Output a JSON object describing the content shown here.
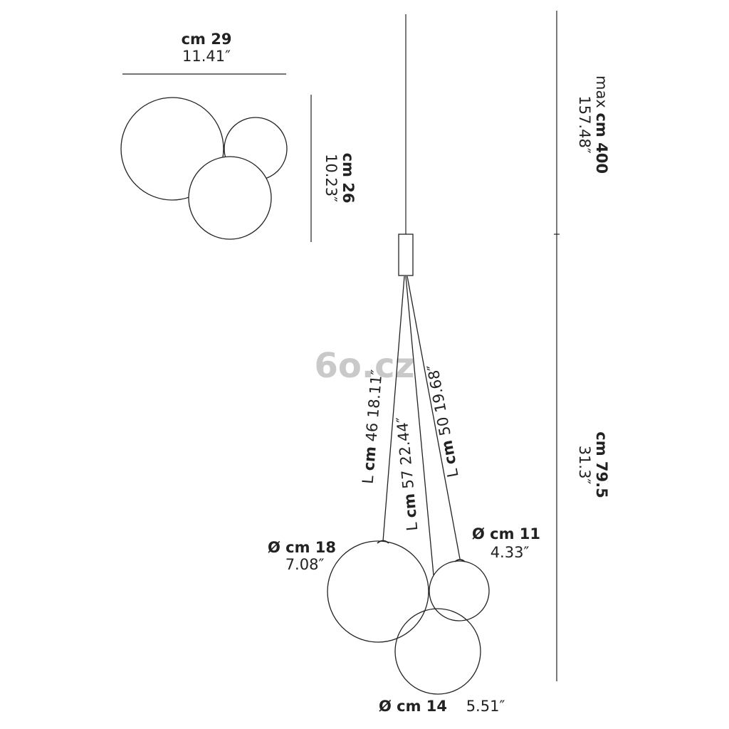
{
  "top_view": {
    "width_cm": "cm 29",
    "width_in": "11.41″",
    "depth_cm": "cm 26",
    "depth_in": "10.23″"
  },
  "overall_height": {
    "prefix": "max",
    "cm": "cm 400",
    "in": "157.48″"
  },
  "drop_height": {
    "cm": "cm 79.5",
    "in": "31.3″"
  },
  "cables": [
    {
      "prefix": "L",
      "cm": "cm",
      "value": "46 18.11″"
    },
    {
      "prefix": "L",
      "cm": "cm",
      "value": "57 22.44″"
    },
    {
      "prefix": "L",
      "cm": "cm",
      "value": "50 19.68″"
    }
  ],
  "spheres": {
    "large": {
      "cm": "Ø cm 18",
      "in": "7.08″"
    },
    "small": {
      "cm": "Ø cm 11",
      "in": "4.33″"
    },
    "medium": {
      "cm": "Ø cm 14",
      "in": "5.51″"
    }
  },
  "watermark": "6o.cz"
}
